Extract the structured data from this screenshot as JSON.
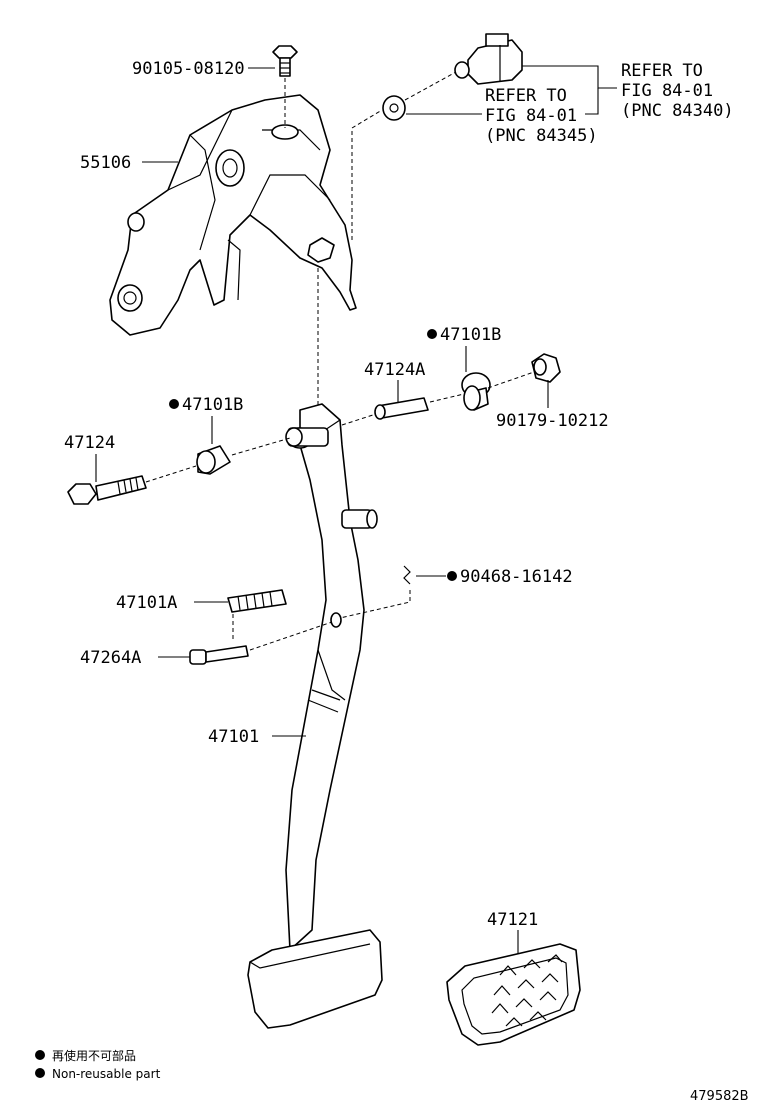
{
  "labels": {
    "bolt_90105": "90105-08120",
    "bracket": "55106",
    "refer_a_1": "REFER TO",
    "refer_a_2": "FIG 84-01",
    "refer_a_3": "(PNC 84340)",
    "refer_b_1": "REFER TO",
    "refer_b_2": "FIG 84-01",
    "refer_b_3": "(PNC 84345)",
    "bushing_right": "47101B",
    "collar": "47124A",
    "nut": "90179-10212",
    "bushing_left": "47101B",
    "bolt_47124": "47124",
    "clip": "90468-16142",
    "spring": "47101A",
    "pin": "47264A",
    "pedal_arm": "47101",
    "pedal_pad": "47121"
  },
  "legend": {
    "item1": "再使用不可部品",
    "item2": "Non-reusable part"
  },
  "figure_number": "479582B"
}
